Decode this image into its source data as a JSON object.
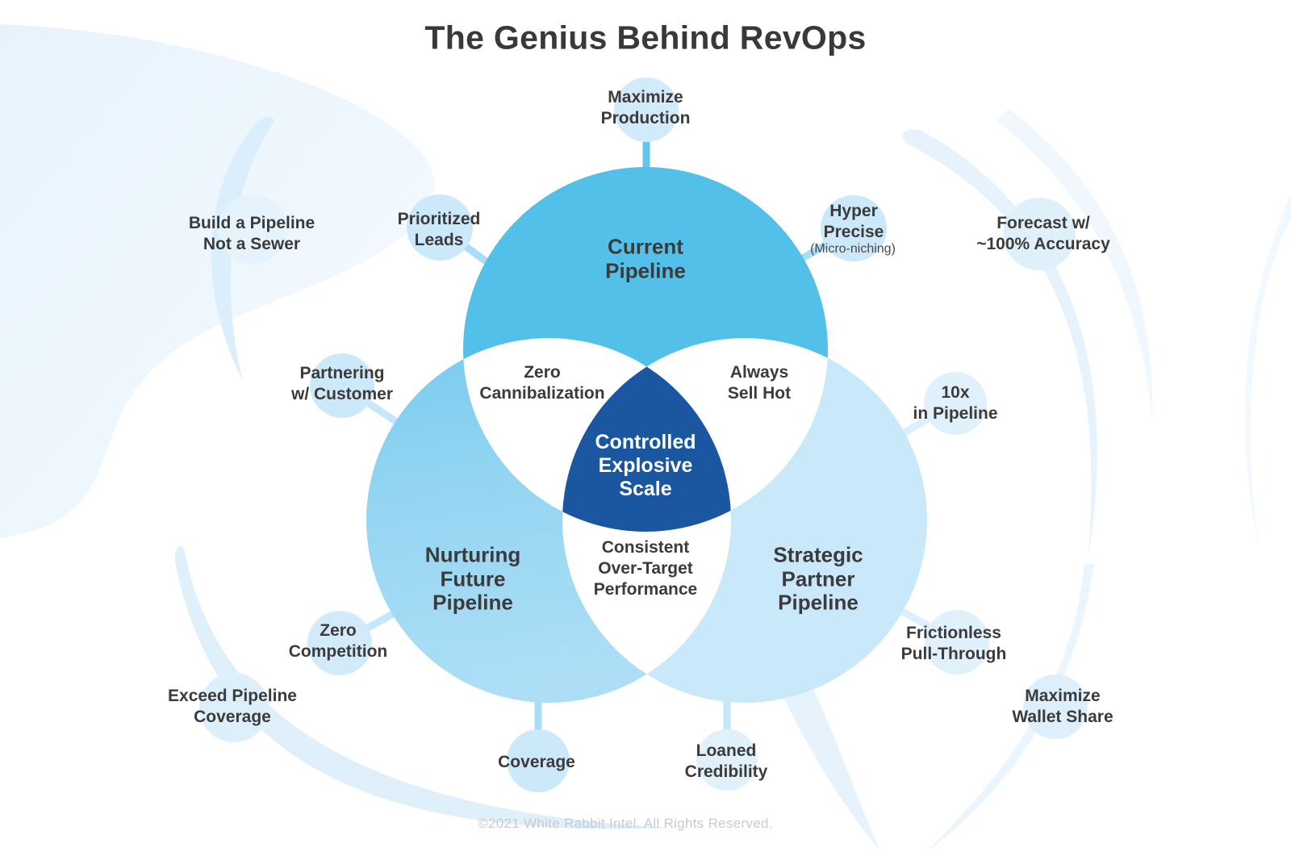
{
  "title": "The Genius Behind RevOps",
  "footer": "©2021 White Rabbit Intel. All Rights Reserved.",
  "colors": {
    "top_circle": "#52C0E9",
    "left_circle_top": "#76CBEF",
    "left_circle_bottom": "#ADDEF6",
    "right_circle": "#C9E9FA",
    "center_shape": "#1B57A0",
    "overlap_white": "#FFFFFF",
    "satellite_bubble": "#D2EBFA",
    "satellite_bubble_mid": "#CCE9F9",
    "satellite_bubble_light": "#E1F1FC",
    "outer_bubble": "#E6F3FC",
    "connector_strong": "#63C5EC",
    "connector": "#A9DCF5",
    "connector_soft": "#C6E7F9",
    "connector_light": "#DCEFFB",
    "text_dark": "#3B3B3B",
    "text_white": "#FFFFFF",
    "footer_gray": "#C8CBCF"
  },
  "venn": {
    "top_circle_label": "Current\nPipeline",
    "left_circle_label": "Nurturing\nFuture\nPipeline",
    "right_circle_label": "Strategic\nPartner\nPipeline",
    "center_label": "Controlled\nExplosive\nScale",
    "overlap_top_left_label": "Zero\nCannibalization",
    "overlap_top_right_label": "Always\nSell Hot",
    "overlap_bottom_label": "Consistent\nOver-Target\nPerformance"
  },
  "satellites": {
    "maximize_production": "Maximize\nProduction",
    "prioritized_leads": "Prioritized\nLeads",
    "hyper_precise": "Hyper\nPrecise",
    "hyper_precise_sub": "(Micro-niching)",
    "partnering_w_customer": "Partnering\nw/ Customer",
    "ten_x_in_pipeline": "10x\nin Pipeline",
    "zero_competition": "Zero\nCompetition",
    "coverage": "Coverage",
    "loaned_credibility": "Loaned\nCredibility",
    "frictionless_pull_through": "Frictionless\nPull-Through"
  },
  "outer_labels": {
    "build_a_pipeline": "Build a Pipeline\nNot a Sewer",
    "forecast_accuracy": "Forecast w/\n~100% Accuracy",
    "exceed_pipeline_coverage": "Exceed Pipeline\nCoverage",
    "maximize_wallet_share": "Maximize\nWallet Share"
  }
}
